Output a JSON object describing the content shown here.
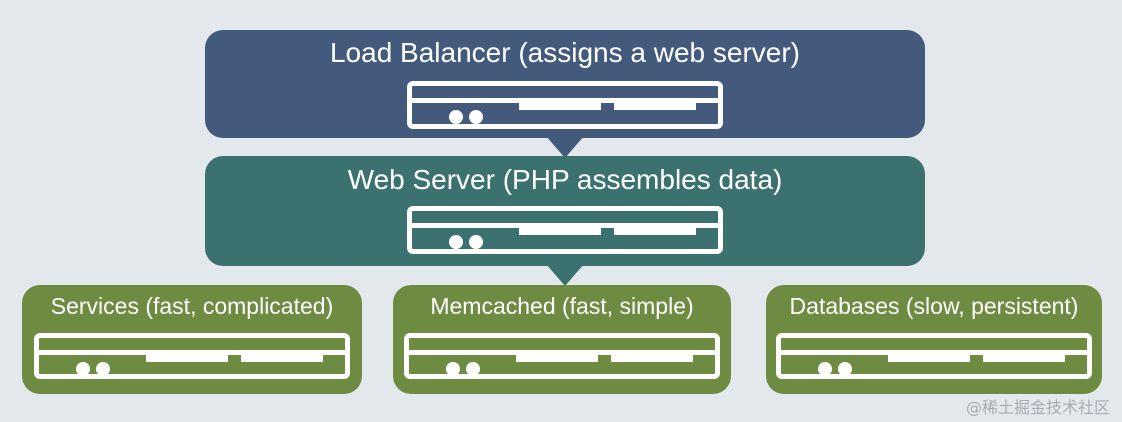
{
  "diagram": {
    "load_balancer": {
      "label": "Load Balancer (assigns a web server)",
      "color": "#445a7c"
    },
    "web_server": {
      "label": "Web Server (PHP assembles data)",
      "color": "#3b7270"
    },
    "services": {
      "label": "Services (fast, complicated)",
      "color": "#6e8b42"
    },
    "memcached": {
      "label": "Memcached (fast, simple)",
      "color": "#6e8b42"
    },
    "databases": {
      "label": "Databases (slow, persistent)",
      "color": "#6e8b42"
    },
    "server_icon": "server-rack-icon"
  },
  "watermark": "@稀土掘金技术社区",
  "colors": {
    "background": "#e3e8ec",
    "icon": "#ffffff"
  }
}
